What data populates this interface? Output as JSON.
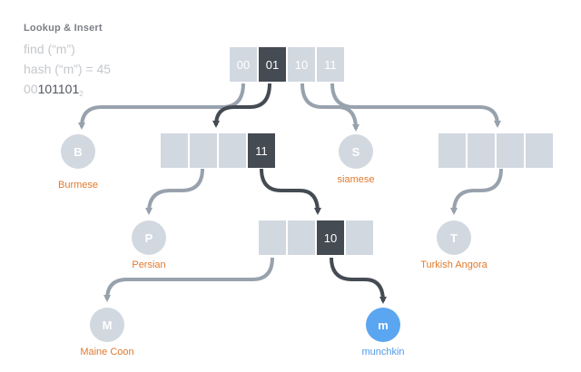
{
  "title": "Lookup & Insert",
  "code": {
    "line1": "find (“m”)",
    "line2": "hash (“m”) = 45",
    "bits_dim": "00",
    "bits_hl": "101101",
    "bits_sub": "2"
  },
  "root": {
    "cells": [
      "00",
      "01",
      "10",
      "11"
    ]
  },
  "level2": {
    "cells": [
      "",
      "",
      "",
      "11"
    ]
  },
  "level3": {
    "cells": [
      "",
      "",
      "10",
      ""
    ]
  },
  "right_bucket": {
    "cells": [
      "",
      "",
      "",
      ""
    ]
  },
  "nodes": [
    {
      "letter": "B",
      "name": "Burmese"
    },
    {
      "letter": "S",
      "name": "siamese"
    },
    {
      "letter": "P",
      "name": "Persian"
    },
    {
      "letter": "T",
      "name": "Turkish Angora"
    },
    {
      "letter": "M",
      "name": "Maine Coon"
    },
    {
      "letter": "m",
      "name": "munchkin"
    }
  ],
  "colors": {
    "cell": "#d2d8e0",
    "cell_active": "#454b53",
    "node": "#d2d8e0",
    "node_active": "#5aa6f0",
    "arrow": "#98a2ad",
    "arrow_active": "#454b53",
    "label": "#e07a2e",
    "label_active": "#4f9ae6"
  }
}
